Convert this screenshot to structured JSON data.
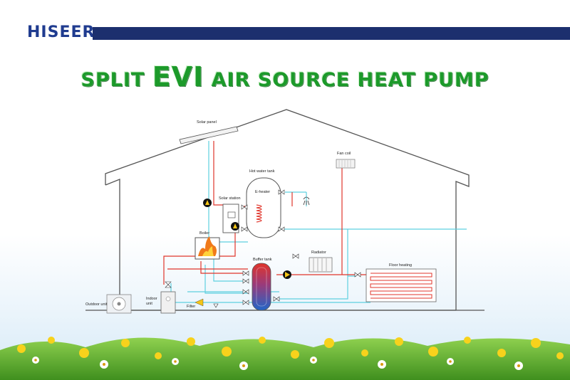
{
  "brand": {
    "logo_text": "HISEER"
  },
  "title": {
    "prefix": "SPLIT",
    "highlight": "EVI",
    "suffix": "AIR SOURCE HEAT PUMP"
  },
  "labels": {
    "solar_panel": "Solar panel",
    "hot_water_tank": "Hot water tank",
    "e_heater": "E-heater",
    "solar_station": "Solar station",
    "fan_coil": "Fan coil",
    "boiler": "Boiler",
    "buffer_tank": "Buffer tank",
    "radiator": "Radiator",
    "floor_heating": "Floor heating",
    "outdoor_unit": "Outdoor unit",
    "indoor_unit": "Indoor unit",
    "filter": "Filter"
  },
  "colors": {
    "brand_blue": "#1f3b8f",
    "title_green": "#1c9a2a",
    "hot_pipe": "#e0352b",
    "cold_pipe": "#5ed0e0",
    "house_outline": "#555555"
  }
}
